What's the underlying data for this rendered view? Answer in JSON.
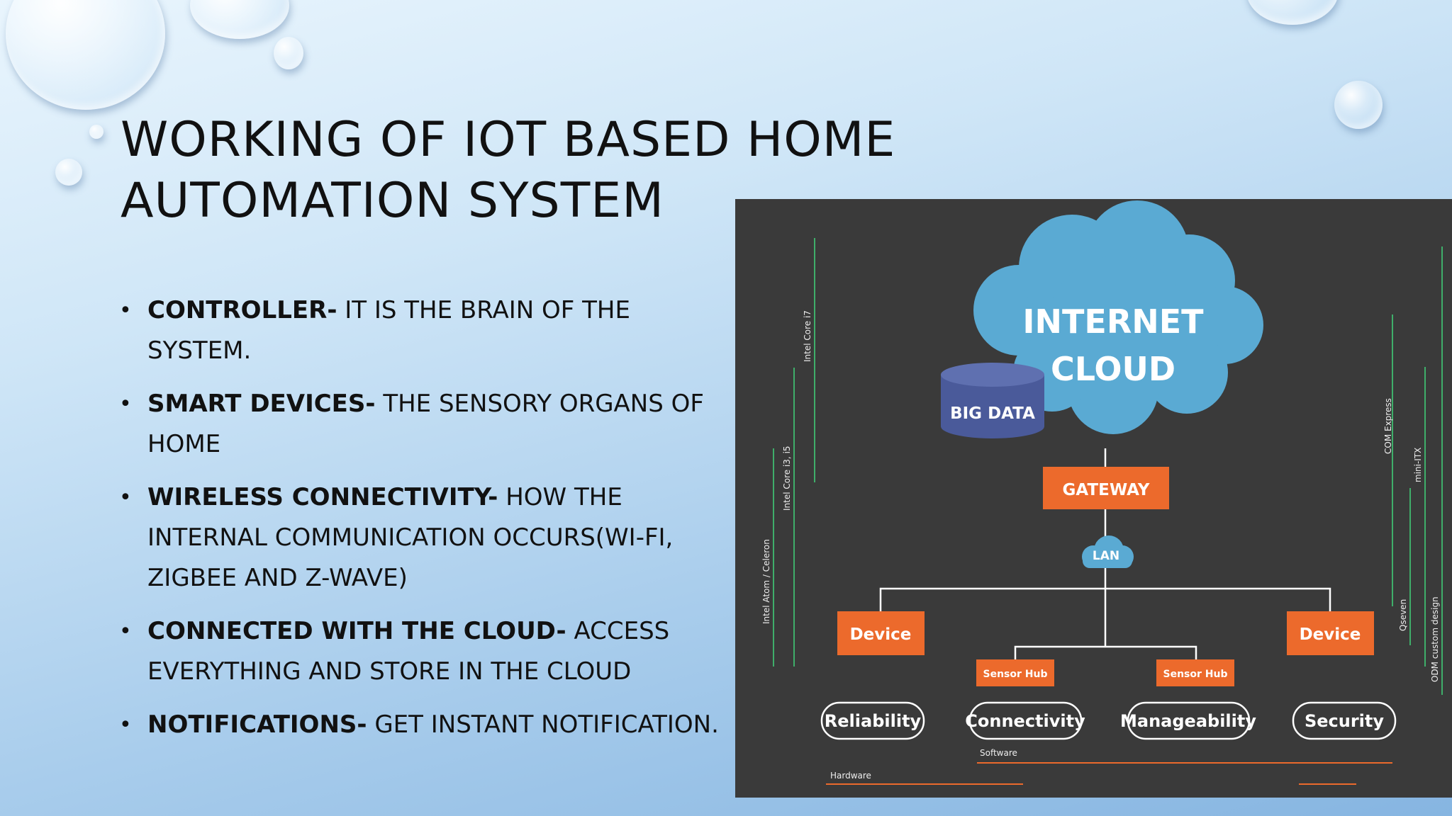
{
  "slide": {
    "title": "WORKING OF IOT BASED HOME AUTOMATION SYSTEM",
    "bullets": [
      {
        "label": "CONTROLLER-",
        "text": " IT IS THE  BRAIN OF THE SYSTEM."
      },
      {
        "label": "SMART DEVICES-",
        "text": " THE SENSORY ORGANS OF HOME"
      },
      {
        "label": "WIRELESS CONNECTIVITY-",
        "text": " HOW THE INTERNAL COMMUNICATION OCCURS(WI-FI, ZIGBEE AND Z-WAVE)"
      },
      {
        "label": "CONNECTED WITH THE CLOUD-",
        "text": " ACCESS EVERYTHING AND STORE IN THE CLOUD"
      },
      {
        "label": "NOTIFICATIONS-",
        "text": " GET INSTANT NOTIFICATION."
      }
    ]
  },
  "diagram": {
    "cloud_line1": "INTERNET",
    "cloud_line2": "CLOUD",
    "big_data": "BIG DATA",
    "gateway": "GATEWAY",
    "lan": "LAN",
    "device_left": "Device",
    "device_right": "Device",
    "sensor_hub_left": "Sensor Hub",
    "sensor_hub_right": "Sensor Hub",
    "pills": [
      "Reliability",
      "Connectivity",
      "Manageability",
      "Security"
    ],
    "software": "Software",
    "hardware": "Hardware",
    "left_side_labels": [
      "Intel Core i7",
      "Intel Core i3, i5",
      "Intel Atom / Celeron"
    ],
    "right_side_labels": [
      "COM Express",
      "mini-ITX",
      "Qseven",
      "ODM custom design"
    ],
    "colors": {
      "background": "#3a3a3a",
      "cloud": "#5aaad3",
      "orange": "#ec6a2c",
      "big_data": "#4a5a9a",
      "green_line": "#3fae6a",
      "orange_line": "#ec6a2c"
    }
  }
}
